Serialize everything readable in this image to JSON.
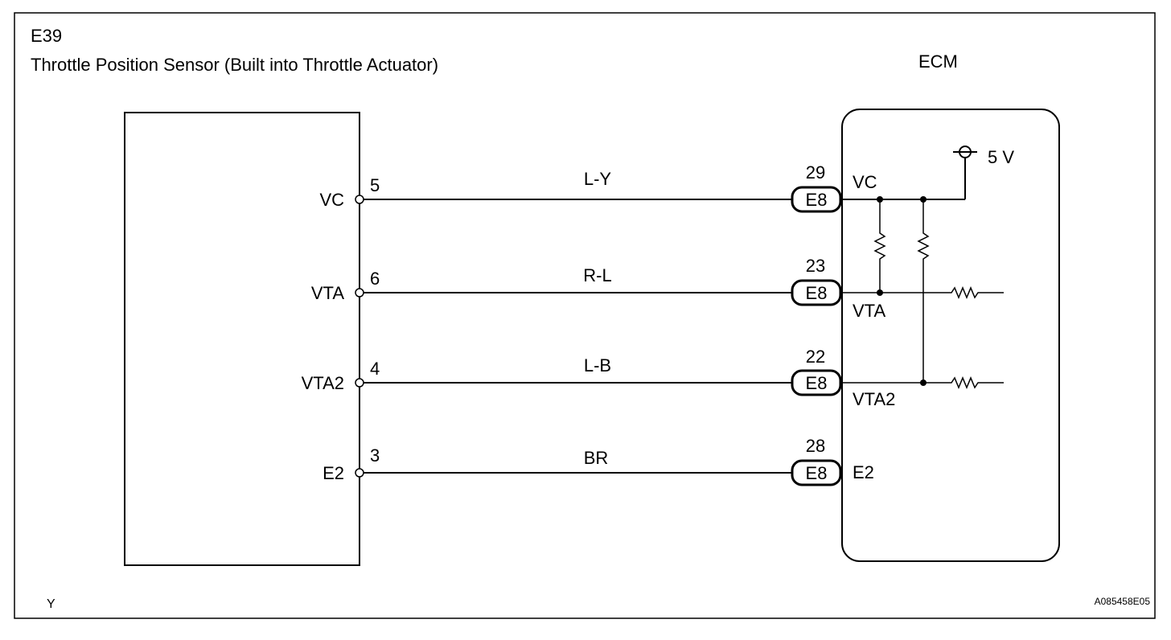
{
  "header": {
    "code": "E39",
    "title": "Throttle Position Sensor (Built into Throttle Actuator)",
    "ecm_label": "ECM"
  },
  "footer": {
    "left": "Y",
    "figure_id": "A085458E05"
  },
  "ecm": {
    "supply_label": "5 V",
    "connector": "E8"
  },
  "circuits": [
    {
      "sensor_terminal": "VC",
      "sensor_pin": "5",
      "wire_color": "L-Y",
      "ecm_pin": "29",
      "ecm_terminal": "VC"
    },
    {
      "sensor_terminal": "VTA",
      "sensor_pin": "6",
      "wire_color": "R-L",
      "ecm_pin": "23",
      "ecm_terminal": "VTA"
    },
    {
      "sensor_terminal": "VTA2",
      "sensor_pin": "4",
      "wire_color": "L-B",
      "ecm_pin": "22",
      "ecm_terminal": "VTA2"
    },
    {
      "sensor_terminal": "E2",
      "sensor_pin": "3",
      "wire_color": "BR",
      "ecm_pin": "28",
      "ecm_terminal": "E2"
    }
  ]
}
